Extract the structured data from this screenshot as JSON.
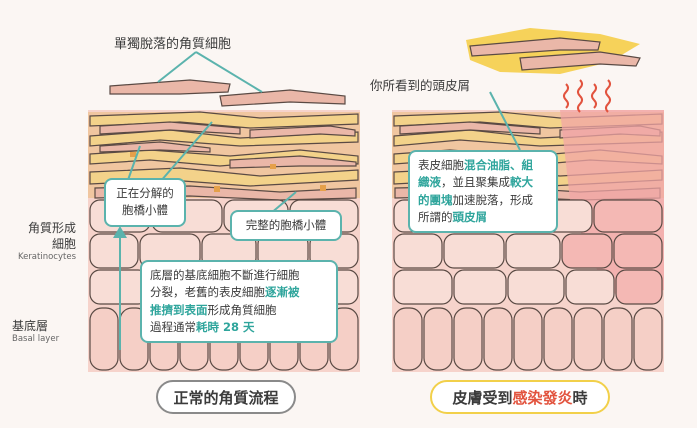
{
  "labels": {
    "shed_cells": "單獨脫落的角質細胞",
    "dandruff_seen": "你所看到的頭皮屑",
    "keratinocytes_zh_1": "角質形成",
    "keratinocytes_zh_2": "細胞",
    "keratinocytes_en": "Keratinocytes",
    "basal_zh": "基底層",
    "basal_en": "Basal layer"
  },
  "callouts": {
    "decomposing": [
      "正在分解的",
      "胞橋小體"
    ],
    "intact": "完整的胞橋小體",
    "normal_process": {
      "line1": "底層的基底細胞不斷進行細胞",
      "line2_pre": "分裂，老舊的表皮細胞",
      "line2_hl": "逐漸被",
      "line3_hl": "推擠到表面",
      "line3_post": "形成角質細胞",
      "line4_pre": "過程通常",
      "line4_hl": "耗時 28 天"
    },
    "inflamed_process": {
      "line1_pre": "表皮細胞",
      "line1_hl": "混合油脂、組",
      "line2_hl": "織液",
      "line2_mid": "，並且聚集成",
      "line2_hl2": "較大",
      "line3_hl": "的團塊",
      "line3_post": "加速脫落，形成",
      "line4_pre": "所謂的",
      "line4_hl": "頭皮屑"
    }
  },
  "titles": {
    "normal": "正常的角質流程",
    "inflamed_pre": "皮膚受到",
    "inflamed_hl": "感染發炎",
    "inflamed_post": "時"
  },
  "colors": {
    "teal": "#5bb3ad",
    "yellow": "#f2d04a",
    "red": "#e2533e",
    "skin": "#f7d9d3",
    "cell_outline": "#5a4a44"
  }
}
